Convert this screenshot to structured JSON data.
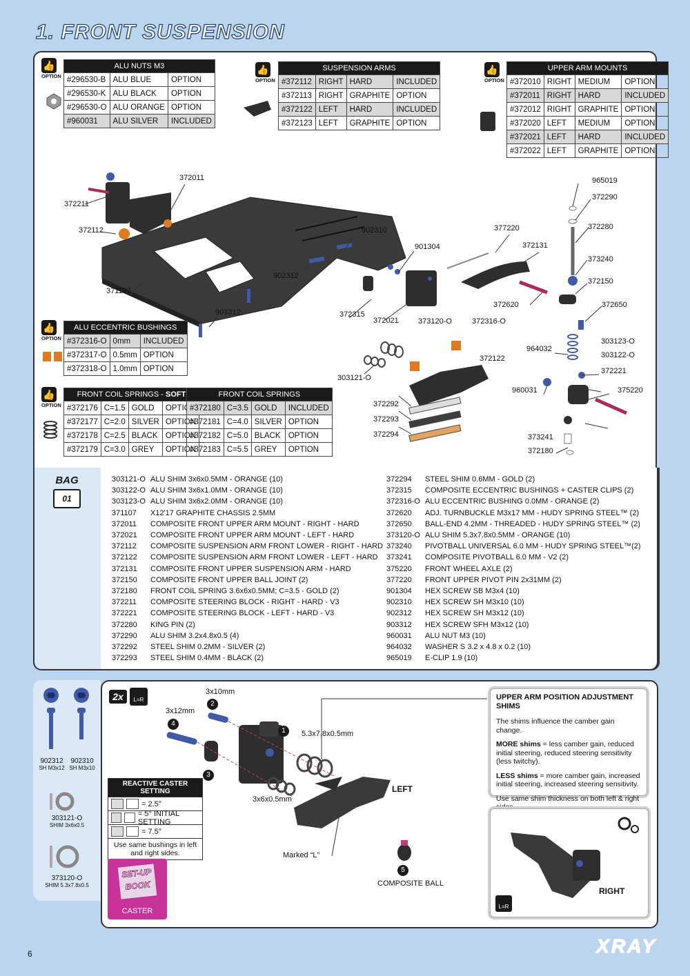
{
  "section_title": "1. FRONT SUSPENSION",
  "option_label": "OPTION",
  "alu_nuts": {
    "title": "ALU NUTS M3",
    "rows": [
      [
        "#296530-B",
        "ALU BLUE",
        "OPTION"
      ],
      [
        "#296530-K",
        "ALU BLACK",
        "OPTION"
      ],
      [
        "#296530-O",
        "ALU ORANGE",
        "OPTION"
      ],
      [
        "#960031",
        "ALU SILVER",
        "INCLUDED"
      ]
    ]
  },
  "suspension_arms": {
    "title": "SUSPENSION ARMS",
    "rows": [
      [
        "#372112",
        "RIGHT",
        "HARD",
        "INCLUDED"
      ],
      [
        "#372113",
        "RIGHT",
        "GRAPHITE",
        "OPTION"
      ],
      [
        "#372122",
        "LEFT",
        "HARD",
        "INCLUDED"
      ],
      [
        "#372123",
        "LEFT",
        "GRAPHITE",
        "OPTION"
      ]
    ]
  },
  "upper_arm_mounts": {
    "title": "UPPER ARM MOUNTS",
    "rows": [
      [
        "#372010",
        "RIGHT",
        "MEDIUM",
        "OPTION"
      ],
      [
        "#372011",
        "RIGHT",
        "HARD",
        "INCLUDED"
      ],
      [
        "#372012",
        "RIGHT",
        "GRAPHITE",
        "OPTION"
      ],
      [
        "#372020",
        "LEFT",
        "MEDIUM",
        "OPTION"
      ],
      [
        "#372021",
        "LEFT",
        "HARD",
        "INCLUDED"
      ],
      [
        "#372022",
        "LEFT",
        "GRAPHITE",
        "OPTION"
      ]
    ]
  },
  "eccentric_bushings": {
    "title": "ALU ECCENTRIC BUSHINGS",
    "rows": [
      [
        "#372316-O",
        "0mm",
        "INCLUDED"
      ],
      [
        "#372317-O",
        "0.5mm",
        "OPTION"
      ],
      [
        "#372318-O",
        "1.0mm",
        "OPTION"
      ]
    ]
  },
  "coil_soft": {
    "title": "FRONT COIL SPRINGS - ",
    "title_bold": "SOFT",
    "rows": [
      [
        "#372176",
        "C=1.5",
        "GOLD",
        "OPTION"
      ],
      [
        "#372177",
        "C=2.0",
        "SILVER",
        "OPTION"
      ],
      [
        "#372178",
        "C=2.5",
        "BLACK",
        "OPTION"
      ],
      [
        "#372179",
        "C=3.0",
        "GREY",
        "OPTION"
      ]
    ]
  },
  "coil": {
    "title": "FRONT COIL SPRINGS",
    "rows": [
      [
        "#372180",
        "C=3.5",
        "GOLD",
        "INCLUDED"
      ],
      [
        "#372181",
        "C=4.0",
        "SILVER",
        "OPTION"
      ],
      [
        "#372182",
        "C=5.0",
        "BLACK",
        "OPTION"
      ],
      [
        "#372183",
        "C=5.5",
        "GREY",
        "OPTION"
      ]
    ]
  },
  "callouts": [
    "372011",
    "372211",
    "372112",
    "371107",
    "902312",
    "903312",
    "902310",
    "901304",
    "377220",
    "372131",
    "372620",
    "372315",
    "372021",
    "373120-O",
    "372316-O",
    "372122",
    "303121-O",
    "372292",
    "372293",
    "372294",
    "965019",
    "372290",
    "372280",
    "373240",
    "372150",
    "372650",
    "303123-O",
    "303122-O",
    "964032",
    "372221",
    "960031",
    "375220",
    "373241",
    "372180"
  ],
  "bag": {
    "label": "BAG",
    "number": "01"
  },
  "parts_left": [
    [
      "303121-O",
      "ALU SHIM 3x6x0.5MM - ORANGE (10)"
    ],
    [
      "303122-O",
      "ALU SHIM 3x6x1.0MM - ORANGE (10)"
    ],
    [
      "303123-O",
      "ALU SHIM 3x6x2.0MM - ORANGE (10)"
    ],
    [
      "371107",
      "X12'17 GRAPHITE CHASSIS 2.5MM"
    ],
    [
      "372011",
      "COMPOSITE FRONT UPPER ARM MOUNT - RIGHT - HARD"
    ],
    [
      "372021",
      "COMPOSITE FRONT UPPER ARM MOUNT - LEFT - HARD"
    ],
    [
      "372112",
      "COMPOSITE SUSPENSION ARM FRONT LOWER - RIGHT - HARD"
    ],
    [
      "372122",
      "COMPOSITE SUSPENSION ARM FRONT LOWER - LEFT - HARD"
    ],
    [
      "372131",
      "COMPOSITE FRONT UPPER SUSPENSION ARM - HARD"
    ],
    [
      "372150",
      "COMPOSITE FRONT UPPER BALL JOINT (2)"
    ],
    [
      "372180",
      "FRONT COIL SPRING 3.6x6x0.5MM; C=3.5 - GOLD (2)"
    ],
    [
      "372211",
      "COMPOSITE STEERING BLOCK - RIGHT - HARD - V3"
    ],
    [
      "372221",
      "COMPOSITE STEERING BLOCK - LEFT - HARD - V3"
    ],
    [
      "372280",
      "KING PIN (2)"
    ],
    [
      "372290",
      "ALU SHIM 3.2x4.8x0.5 (4)"
    ],
    [
      "372292",
      "STEEL SHIM 0.2MM - SILVER (2)"
    ],
    [
      "372293",
      "STEEL SHIM 0.4MM - BLACK (2)"
    ]
  ],
  "parts_right": [
    [
      "372294",
      "STEEL SHIM 0.6MM - GOLD (2)"
    ],
    [
      "372315",
      "COMPOSITE ECCENTRIC BUSHINGS + CASTER CLIPS (2)"
    ],
    [
      "372316-O",
      "ALU ECCENTRIC BUSHING 0.0MM - ORANGE (2)"
    ],
    [
      "372620",
      "ADJ. TURNBUCKLE M3x17 MM - HUDY SPRING STEEL™ (2)"
    ],
    [
      "372650",
      "BALL-END 4.2MM - THREADED - HUDY SPRING STEEL™ (2)"
    ],
    [
      "373120-O",
      "ALU SHIM 5.3x7.8x0.5MM - ORANGE (10)"
    ],
    [
      "373240",
      "PIVOTBALL UNIVERSAL 6.0 MM - HUDY SPRING STEEL™(2)"
    ],
    [
      "373241",
      "COMPOSITE PIVOTBALL 6.0 MM - V2 (2)"
    ],
    [
      "375220",
      "FRONT WHEEL AXLE  (2)"
    ],
    [
      "377220",
      "FRONT UPPER PIVOT PIN 2x31MM (2)"
    ],
    [
      "901304",
      "HEX SCREW SB M3x4  (10)"
    ],
    [
      "902310",
      "HEX SCREW SH M3x10  (10)"
    ],
    [
      "902312",
      "HEX SCREW SH M3x12  (10)"
    ],
    [
      "903312",
      "HEX SCREW SFH M3x12  (10)"
    ],
    [
      "960031",
      "ALU NUT M3 (10)"
    ],
    [
      "964032",
      "WASHER S 3.2 x 4.8 x 0.2  (10)"
    ],
    [
      "965019",
      "E-CLIP 1.9  (10)"
    ]
  ],
  "side_parts": [
    {
      "code": "902312",
      "desc": "SH M3x12"
    },
    {
      "code": "902310",
      "desc": "SH M3x10"
    },
    {
      "code": "303121-O",
      "desc": "SHIM 3x6x0.5"
    },
    {
      "code": "373120-O",
      "desc": "SHIM 5.3x7.8x0.5"
    }
  ],
  "assembly": {
    "qty": "2x",
    "lr": "L=R",
    "screw1": "3x10mm",
    "screw2": "3x12mm",
    "shim_big": "5.3x7.8x0.5mm",
    "shim_small": "3x6x0.5mm",
    "left": "LEFT",
    "right": "RIGHT",
    "marked": "Marked “L”",
    "ball": "COMPOSITE BALL",
    "steps": [
      "1",
      "2",
      "3",
      "4",
      "5"
    ]
  },
  "caster": {
    "title": "REACTIVE CASTER SETTING",
    "rows": [
      "= 2.5°",
      "= 5° INITIAL SETTING",
      "= 7.5°"
    ],
    "note": "Use same bushings in left and right sides.",
    "book_line1": "SET-UP",
    "book_line2": "BOOK",
    "book_label": "CASTER"
  },
  "shims_note": {
    "title": "UPPER ARM POSITION ADJUSTMENT SHIMS",
    "p1": "The shims influence the camber gain change.",
    "more_bold": "MORE shims",
    "more_text": " = less camber gain, reduced initial steering, reduced steering sensitivity (less twitchy).",
    "less_bold": "LESS shims",
    "less_text": " = more camber gain, increased initial steering, increased steering sensitivity.",
    "p4": "Use same shim thickness on both left & right sides."
  },
  "page_number": "6",
  "brand": "XRAY"
}
